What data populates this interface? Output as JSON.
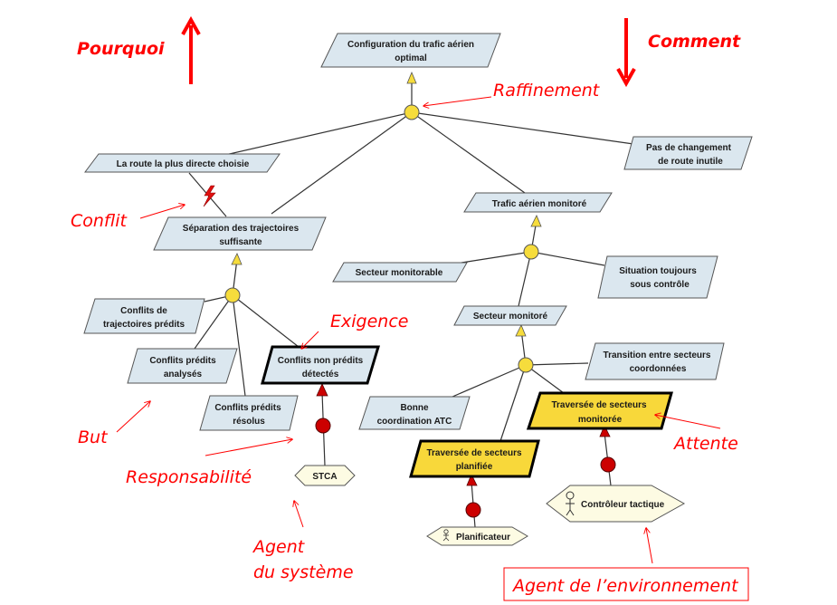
{
  "colors": {
    "goal_fill": "#dbe7ef",
    "expectation_fill": "#f8d83a",
    "agent_fill": "#fdfbe3",
    "refinement_fill": "#f6dc3c",
    "responsibility_fill": "#cc0000",
    "annotation": "#ff0000",
    "edge": "#333333"
  },
  "headers": {
    "why": "Pourquoi",
    "how": "Comment"
  },
  "goals": [
    {
      "id": "g_config",
      "lines": [
        "Configuration du trafic aérien",
        "optimal"
      ],
      "kind": "goal"
    },
    {
      "id": "g_route",
      "lines": [
        "La route la plus directe choisie"
      ],
      "kind": "goal"
    },
    {
      "id": "g_pas",
      "lines": [
        "Pas de changement",
        "de route inutile"
      ],
      "kind": "goal"
    },
    {
      "id": "g_sep",
      "lines": [
        "Séparation des trajectoires",
        "suffisante"
      ],
      "kind": "goal"
    },
    {
      "id": "g_trafic",
      "lines": [
        "Trafic aérien monitoré"
      ],
      "kind": "goal"
    },
    {
      "id": "g_monitorable",
      "lines": [
        "Secteur monitorable"
      ],
      "kind": "goal"
    },
    {
      "id": "g_situation",
      "lines": [
        "Situation toujours",
        "sous contrôle"
      ],
      "kind": "goal"
    },
    {
      "id": "g_cdt",
      "lines": [
        "Conflits de",
        "trajectoires prédits"
      ],
      "kind": "goal"
    },
    {
      "id": "g_secmon",
      "lines": [
        "Secteur monitoré"
      ],
      "kind": "goal"
    },
    {
      "id": "g_transition",
      "lines": [
        "Transition entre secteurs",
        "coordonnées"
      ],
      "kind": "goal"
    },
    {
      "id": "g_analyses",
      "lines": [
        "Conflits prédits",
        "analysés"
      ],
      "kind": "goal"
    },
    {
      "id": "g_nonpredits",
      "lines": [
        "Conflits non prédits",
        "détectés"
      ],
      "kind": "requirement"
    },
    {
      "id": "g_resolus",
      "lines": [
        "Conflits prédits",
        "résolus"
      ],
      "kind": "goal"
    },
    {
      "id": "g_bonne",
      "lines": [
        "Bonne",
        "coordination ATC"
      ],
      "kind": "goal"
    },
    {
      "id": "g_trav_mon",
      "lines": [
        "Traversée de secteurs",
        "monitorée"
      ],
      "kind": "expectation"
    },
    {
      "id": "g_trav_plan",
      "lines": [
        "Traversée de secteurs",
        "planifiée"
      ],
      "kind": "expectation"
    }
  ],
  "agents": [
    {
      "id": "a_stca",
      "label": "STCA",
      "kind": "system"
    },
    {
      "id": "a_plan",
      "label": "Planificateur",
      "kind": "environment",
      "icon": "person-icon"
    },
    {
      "id": "a_ctrl",
      "label": "Contrôleur tactique",
      "kind": "environment",
      "icon": "person-icon"
    }
  ],
  "refinements": [
    {
      "parent": "g_config",
      "children": [
        "g_route",
        "g_sep",
        "g_trafic",
        "g_pas"
      ]
    },
    {
      "parent": "g_sep",
      "children": [
        "g_cdt",
        "g_analyses",
        "g_resolus",
        "g_nonpredits"
      ]
    },
    {
      "parent": "g_trafic",
      "children": [
        "g_monitorable",
        "g_situation",
        "g_secmon"
      ]
    },
    {
      "parent": "g_secmon",
      "children": [
        "g_bonne",
        "g_trav_plan",
        "g_trav_mon",
        "g_transition"
      ]
    }
  ],
  "conflicts": [
    {
      "between": [
        "g_route",
        "g_sep"
      ]
    }
  ],
  "responsibilities": [
    {
      "agent": "a_stca",
      "goal": "g_nonpredits"
    },
    {
      "agent": "a_plan",
      "goal": "g_trav_plan"
    },
    {
      "agent": "a_ctrl",
      "goal": "g_trav_mon"
    }
  ],
  "annotations": {
    "raffinement": "Raffinement",
    "conflit": "Conflit",
    "exigence": "Exigence",
    "but": "But",
    "responsabilite": "Responsabilité",
    "agent_systeme_1": "Agent",
    "agent_systeme_2": "du système",
    "attente": "Attente",
    "agent_environnement": "Agent de l’environnement"
  }
}
